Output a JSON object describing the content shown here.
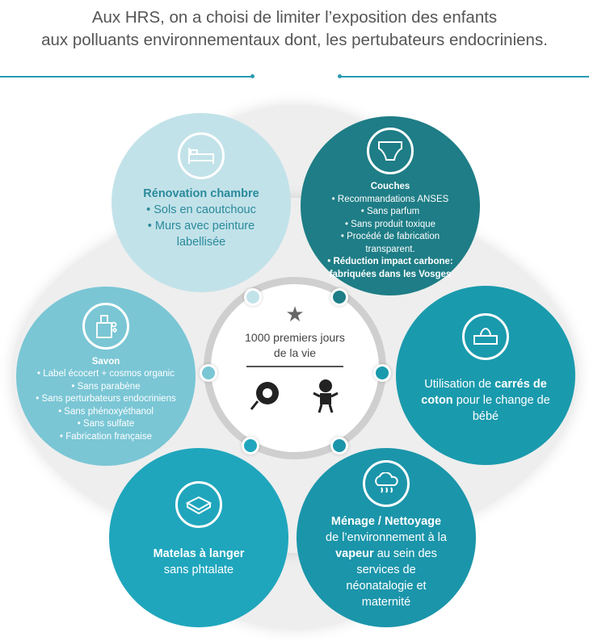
{
  "header": {
    "line1": "Aux HRS, on a choisi de limiter l’exposition des enfants",
    "line2": "aux polluants environnementaux dont, les pertubateurs endocriniens."
  },
  "center": {
    "line1": "1000 premiers jours",
    "line2": "de la vie"
  },
  "chambre": {
    "title": "Rénovation chambre",
    "items": [
      "• Sols en caoutchouc",
      "• Murs avec peinture labellisée"
    ]
  },
  "couches": {
    "title": "Couches",
    "items": [
      "• Recommandations ANSES",
      "• Sans parfum",
      "• Sans produit toxique",
      "• Procédé de fabrication transparent."
    ],
    "bold": "• Réduction impact carbone: fabriquées dans les Vosges"
  },
  "savon": {
    "title": "Savon",
    "items": [
      "• Label écocert + cosmos organic",
      "• Sans parabène",
      "• Sans perturbateurs endocriniens",
      "• Sans phénoxyéthanol",
      "• Sans sulfate",
      "• Fabrication française"
    ]
  },
  "coton": {
    "pre": "Utilisation de ",
    "bold": "carrés de coton",
    "post": " pour le change de bébé"
  },
  "matelas": {
    "bold": "Matelas à langer",
    "post": "sans phtalate"
  },
  "menage": {
    "bold": "Ménage / Nettoyage",
    "mid": "de l’environnement à la",
    "bold2": "vapeur",
    "post": " au sein des services de néonatalogie et maternité"
  },
  "colors": {
    "light": "#c2e2e9",
    "dark": "#1e7d86",
    "mid": "#7ac6d5",
    "teal": "#1aa0b5"
  }
}
